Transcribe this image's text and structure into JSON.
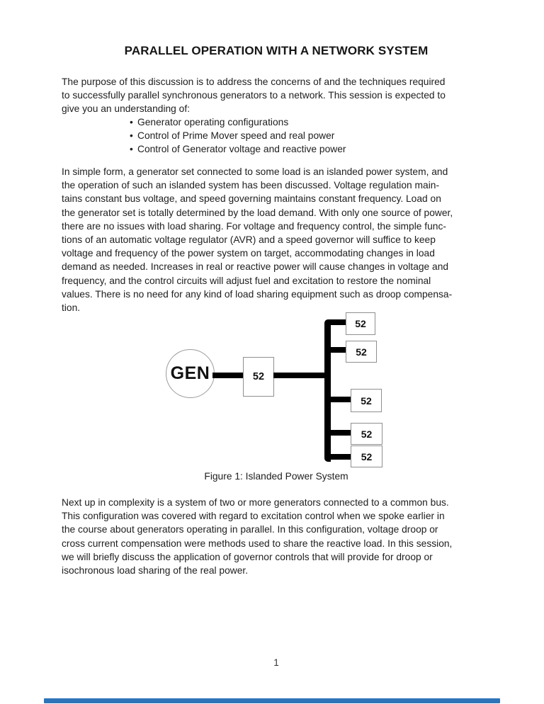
{
  "page": {
    "number": "1",
    "footer_bar_color": "#2e74b8"
  },
  "document": {
    "title": "PARALLEL OPERATION WITH A NETWORK SYSTEM",
    "intro": "The purpose of this discussion is to address the concerns of and the techniques required\nto successfully parallel synchronous generators to a network. This session is expected to\ngive you an understanding of:",
    "bullet_marker": "•",
    "bullets": [
      "Generator operating configurations",
      "Control of Prime Mover speed and real power",
      "Control of Generator voltage and reactive power"
    ],
    "body_paragraph_1": "In simple form, a generator set connected to some load is an islanded power system, and\nthe operation of such an islanded system has been discussed. Voltage regulation main-\ntains constant bus voltage, and speed governing maintains constant frequency. Load on\nthe generator set is totally determined by the load demand. With only one source of power,\nthere are no issues with load sharing. For voltage and frequency control, the simple func-\ntions of an automatic voltage regulator (AVR) and a speed governor will suffice to keep\nvoltage and frequency of the power system on target, accommodating changes in load\ndemand as needed. Increases in real or reactive power will cause changes in voltage and\nfrequency, and the control circuits will adjust fuel and excitation to restore the nominal\nvalues. There is no need for any kind of load sharing equipment such as droop compensa-\ntion.",
    "body_paragraph_2": "Next up in complexity is a system of two or more generators connected to a common bus.\nThis configuration was covered with regard to excitation control when we spoke earlier in\nthe course about generators operating in parallel. In this configuration, voltage droop or\ncross current compensation were methods used to share the reactive load. In this session,\nwe will briefly discuss the application of governor controls that will provide for droop or\nisochronous load sharing of the real power."
  },
  "figure": {
    "gen_label": "GEN",
    "main_breaker_label": "52",
    "feeder_breaker_labels": [
      "52",
      "52",
      "52",
      "52",
      "52"
    ],
    "caption": "Figure 1: Islanded Power System"
  }
}
